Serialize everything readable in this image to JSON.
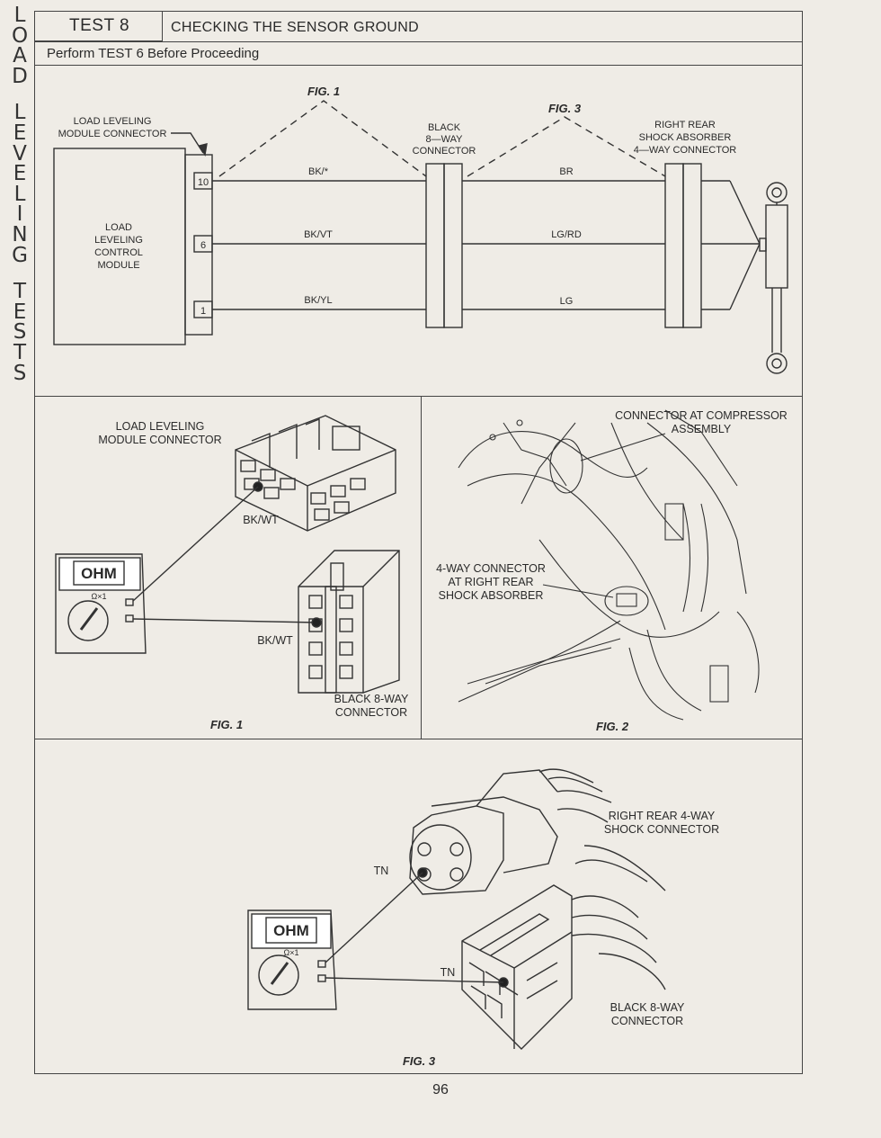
{
  "side_title": {
    "word1": [
      "L",
      "O",
      "A",
      "D"
    ],
    "word2": [
      "L",
      "E",
      "V",
      "E",
      "L",
      "I",
      "N",
      "G"
    ],
    "word3": [
      "T",
      "E",
      "S",
      "T",
      "S"
    ]
  },
  "header": {
    "test_number": "TEST 8",
    "title": "CHECKING THE SENSOR GROUND",
    "subtitle": "Perform TEST 6 Before Proceeding"
  },
  "schematic": {
    "fig1_label": "FIG. 1",
    "fig3_label": "FIG. 3",
    "module_connector_label": [
      "LOAD LEVELING",
      "MODULE CONNECTOR"
    ],
    "module_label": [
      "LOAD",
      "LEVELING",
      "CONTROL",
      "MODULE"
    ],
    "black_connector_label": [
      "BLACK",
      "8—WAY",
      "CONNECTOR"
    ],
    "shock_connector_label": [
      "RIGHT REAR",
      "SHOCK ABSORBER",
      "4—WAY CONNECTOR"
    ],
    "pins": [
      "10",
      "6",
      "1"
    ],
    "wires_left": [
      "BK/*",
      "BK/VT",
      "BK/YL"
    ],
    "wires_right": [
      "BR",
      "LG/RD",
      "LG"
    ]
  },
  "fig1_panel": {
    "module_connector_label": [
      "LOAD LEVELING",
      "MODULE CONNECTOR"
    ],
    "wire_top": "BK/WT",
    "wire_bottom": "BK/WT",
    "meter_label": "OHM",
    "meter_range": "Ω×1",
    "black_connector_label": [
      "BLACK 8-WAY",
      "CONNECTOR"
    ],
    "fig_label": "FIG. 1"
  },
  "fig2_panel": {
    "compressor_label": [
      "CONNECTOR AT COMPRESSOR",
      "ASSEMBLY"
    ],
    "shock_label": [
      "4-WAY CONNECTOR",
      "AT RIGHT REAR",
      "SHOCK ABSORBER"
    ],
    "fig_label": "FIG. 2"
  },
  "fig3_panel": {
    "shock_connector_label": [
      "RIGHT REAR 4-WAY",
      "SHOCK CONNECTOR"
    ],
    "wire_top": "TN",
    "wire_bottom": "TN",
    "meter_label": "OHM",
    "meter_range": "Ω×1",
    "black_connector_label": [
      "BLACK 8-WAY",
      "CONNECTOR"
    ],
    "fig_label": "FIG. 3"
  },
  "page_number": "96"
}
